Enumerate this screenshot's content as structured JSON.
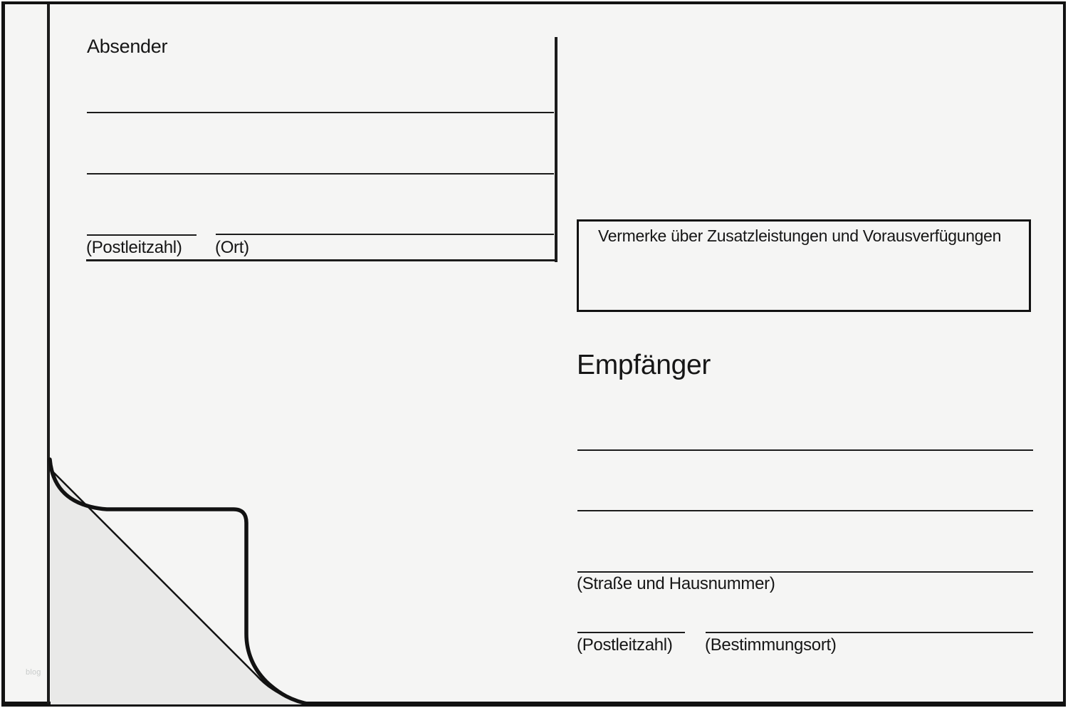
{
  "absender": {
    "title": "Absender",
    "postleitzahl_label": "(Postleitzahl)",
    "ort_label": "(Ort)"
  },
  "vermerke": {
    "label": "Vermerke über Zusatzleistungen und Vorausverfügungen"
  },
  "empfaenger": {
    "title": "Empfänger",
    "strasse_label": "(Straße und Hausnummer)",
    "postleitzahl_label": "(Postleitzahl)",
    "bestimmungsort_label": "(Bestimmungsort)"
  },
  "watermark": "blog",
  "colors": {
    "ink": "#1c1c1c",
    "frame": "#121212",
    "paper": "#f5f5f4",
    "fold_fill": "#e9e9e8"
  }
}
